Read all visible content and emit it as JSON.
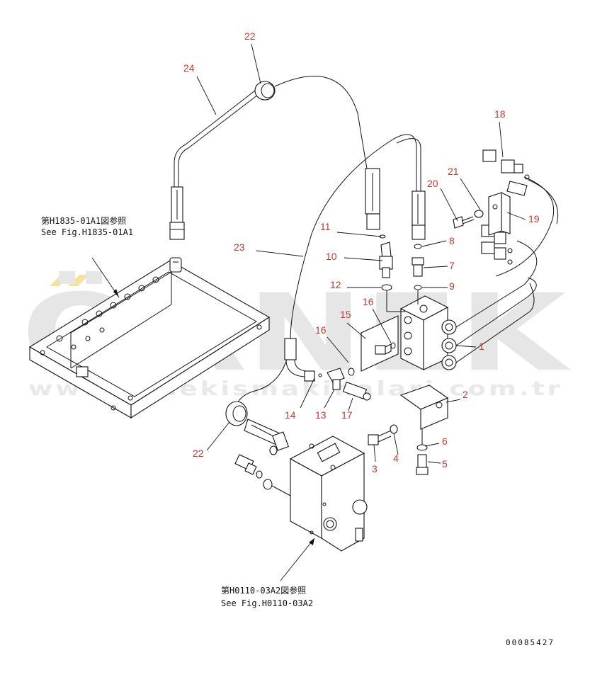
{
  "watermark": {
    "brand": "ÖRNEK",
    "url": "www.ornekismakinalari.com.tr"
  },
  "references": {
    "top": {
      "jp": "第H1835-01A1図参照",
      "en": "See Fig.H1835-01A1"
    },
    "bottom": {
      "jp": "第H0110-03A2図参照",
      "en": "See Fig.H0110-03A2"
    }
  },
  "drawing_code": "00085427",
  "callouts": [
    {
      "id": "c22a",
      "label": "22"
    },
    {
      "id": "c24",
      "label": "24"
    },
    {
      "id": "c18",
      "label": "18"
    },
    {
      "id": "c21",
      "label": "21"
    },
    {
      "id": "c20",
      "label": "20"
    },
    {
      "id": "c19",
      "label": "19"
    },
    {
      "id": "c11",
      "label": "11"
    },
    {
      "id": "c8",
      "label": "8"
    },
    {
      "id": "c23",
      "label": "23"
    },
    {
      "id": "c10",
      "label": "10"
    },
    {
      "id": "c7",
      "label": "7"
    },
    {
      "id": "c12",
      "label": "12"
    },
    {
      "id": "c9",
      "label": "9"
    },
    {
      "id": "c16a",
      "label": "16"
    },
    {
      "id": "c15",
      "label": "15"
    },
    {
      "id": "c16b",
      "label": "16"
    },
    {
      "id": "c1",
      "label": "1"
    },
    {
      "id": "c14",
      "label": "14"
    },
    {
      "id": "c13",
      "label": "13"
    },
    {
      "id": "c17",
      "label": "17"
    },
    {
      "id": "c2",
      "label": "2"
    },
    {
      "id": "c22b",
      "label": "22"
    },
    {
      "id": "c6",
      "label": "6"
    },
    {
      "id": "c3",
      "label": "3"
    },
    {
      "id": "c4",
      "label": "4"
    },
    {
      "id": "c5",
      "label": "5"
    }
  ]
}
